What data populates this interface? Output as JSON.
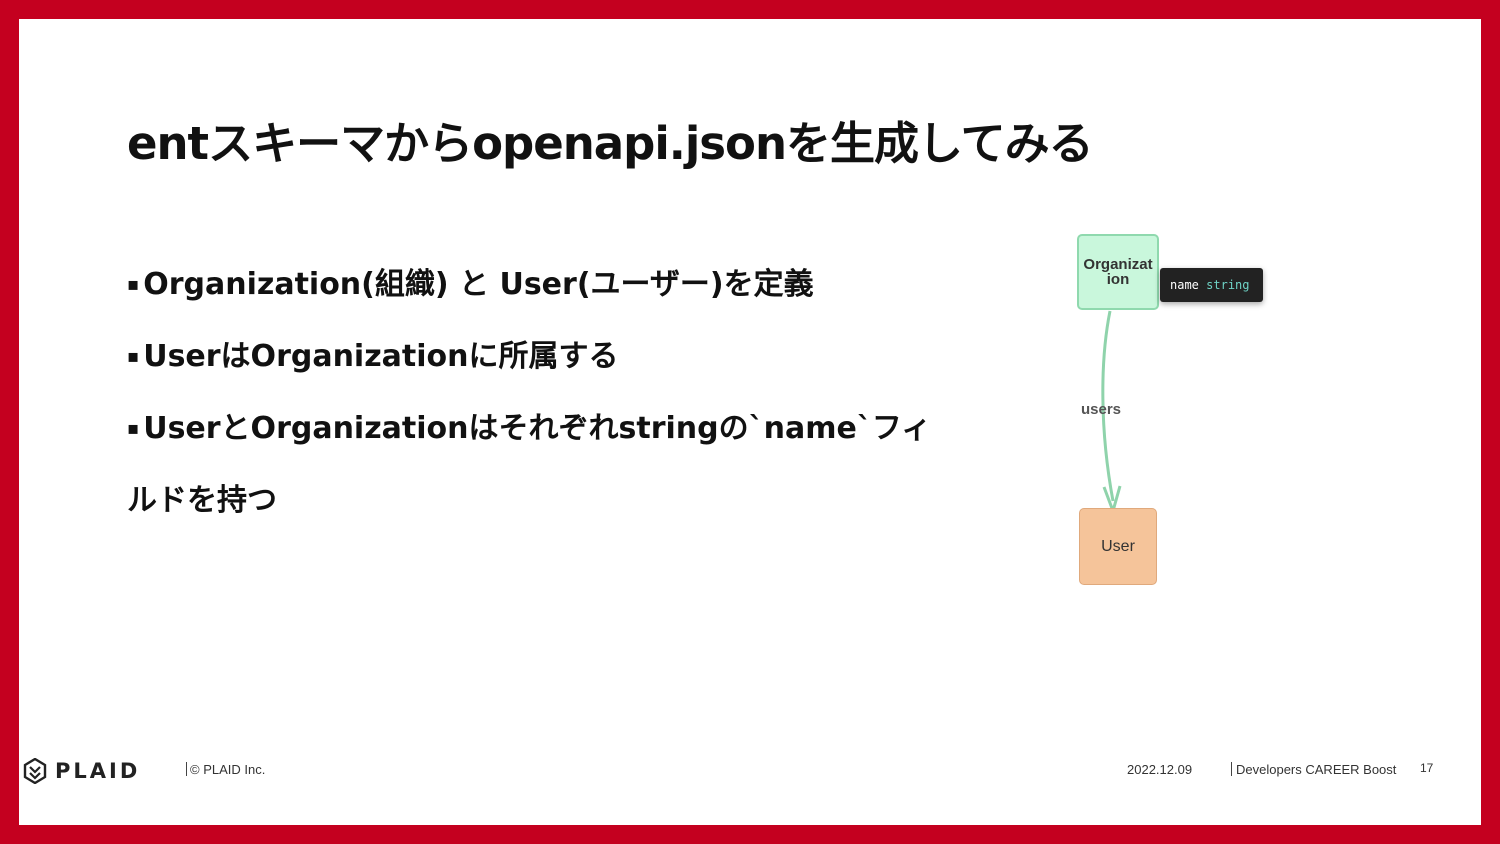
{
  "slide": {
    "title": "entスキーマからopenapi.jsonを生成してみる",
    "bullets": [
      {
        "mark": "▪",
        "text": "Organization(組織) と User(ユーザー)を定義"
      },
      {
        "mark": "▪",
        "text": "UserはOrganizationに所属する"
      },
      {
        "mark": "▪",
        "text": "UserとOrganizationはそれぞれstringの`name`フィー"
      },
      {
        "mark": "",
        "text": "ルドを持つ"
      }
    ]
  },
  "diagram": {
    "org_node_line1": "Organizat",
    "org_node_line2": "ion",
    "field_name": "name",
    "field_type": "string",
    "edge_label": "users",
    "user_node": "User",
    "colors": {
      "org_fill": "#c9f7dc",
      "user_fill": "#f5c49a",
      "edge": "#8fd3ab"
    }
  },
  "footer": {
    "brand": "PLAID",
    "copyright": "© PLAID Inc.",
    "date": "2022.12.09",
    "event": "Developers CAREER Boost",
    "page": "17"
  },
  "colors": {
    "frame": "#c4001f"
  }
}
